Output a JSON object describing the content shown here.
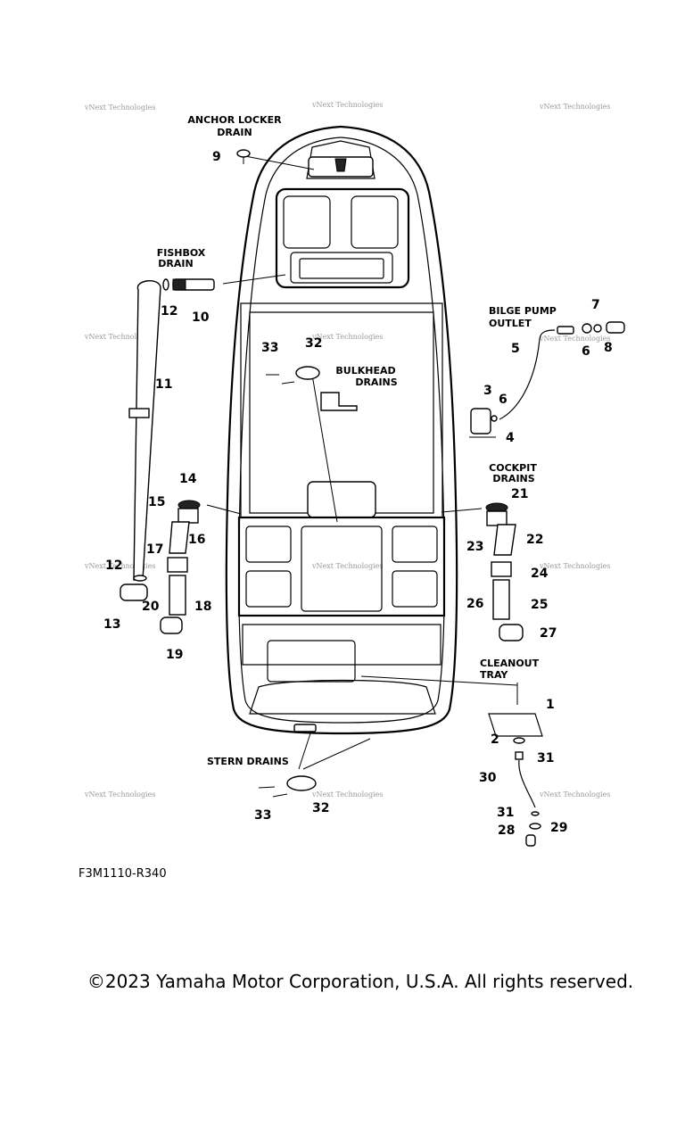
{
  "labels": {
    "anchor_locker_drain_l1": "ANCHOR LOCKER",
    "anchor_locker_drain_l2": "DRAIN",
    "fishbox_drain_l1": "FISHBOX",
    "fishbox_drain_l2": "DRAIN",
    "bilge_pump_outlet_l1": "BILGE PUMP",
    "bilge_pump_outlet_l2": "OUTLET",
    "bulkhead_drains_l1": "BULKHEAD",
    "bulkhead_drains_l2": "DRAINS",
    "cockpit_drains_l1": "COCKPIT",
    "cockpit_drains_l2": "DRAINS",
    "cleanout_tray_l1": "CLEANOUT",
    "cleanout_tray_l2": "TRAY",
    "stern_drains": "STERN DRAINS"
  },
  "part_numbers": {
    "p1": "1",
    "p2": "2",
    "p3": "3",
    "p4": "4",
    "p5": "5",
    "p6a": "6",
    "p6b": "6",
    "p7": "7",
    "p8": "8",
    "p9": "9",
    "p10": "10",
    "p11": "11",
    "p12a": "12",
    "p12b": "12",
    "p13": "13",
    "p14": "14",
    "p15": "15",
    "p16": "16",
    "p17": "17",
    "p18": "18",
    "p19": "19",
    "p20": "20",
    "p21": "21",
    "p22": "22",
    "p23": "23",
    "p24": "24",
    "p25": "25",
    "p26": "26",
    "p27": "27",
    "p28": "28",
    "p29": "29",
    "p30": "30",
    "p31a": "31",
    "p31b": "31",
    "p32a": "32",
    "p32b": "32",
    "p33a": "33",
    "p33b": "33"
  },
  "watermark": "vNext Technologies",
  "diagram_code": "F3M1110-R340",
  "copyright": "©2023 Yamaha Motor Corporation, U.S.A. All rights reserved."
}
